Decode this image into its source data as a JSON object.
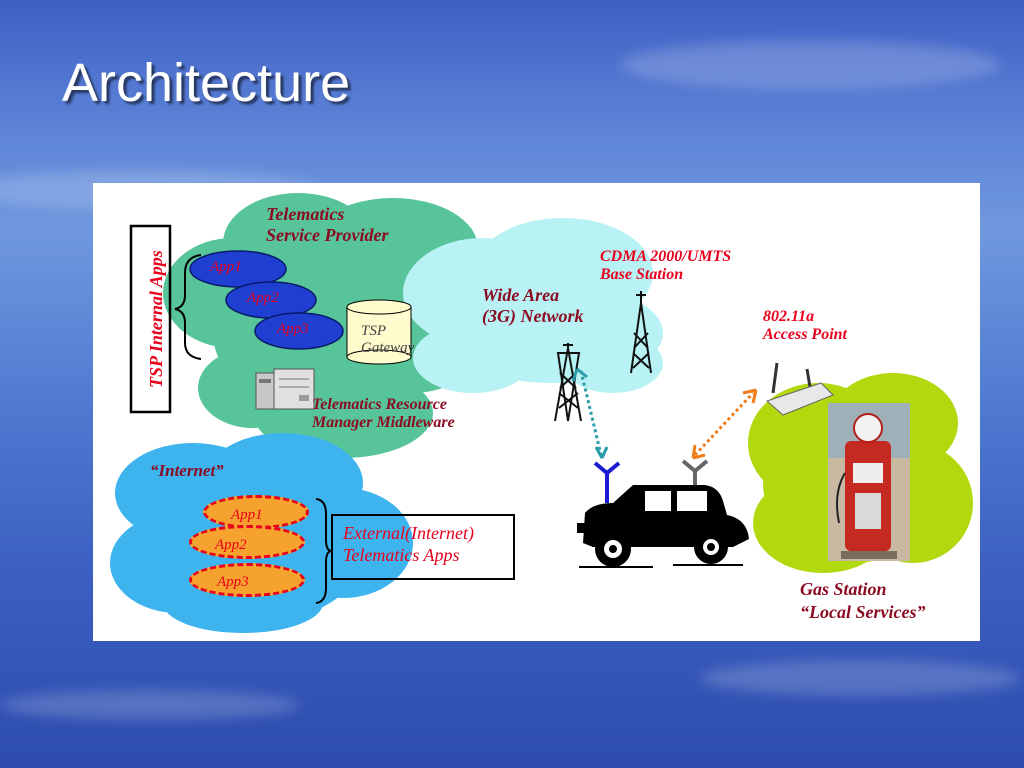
{
  "slide": {
    "title": "Architecture"
  },
  "diagram": {
    "tsp_cloud_label": [
      "Telematics",
      "Service Provider"
    ],
    "tsp_internal_apps": "TSP Internal Apps",
    "internal_apps": [
      "App1",
      "App2",
      "App3"
    ],
    "gateway": [
      "TSP",
      "Gateway"
    ],
    "middleware": [
      "Telematics Resource",
      "Manager Middleware"
    ],
    "wan": [
      "Wide Area",
      "(3G) Network"
    ],
    "base_station": [
      "CDMA 2000/UMTS",
      "Base Station"
    ],
    "access_point": [
      "802.11a",
      "Access Point"
    ],
    "internet_label": "“Internet”",
    "external_apps": [
      "App1",
      "App2",
      "App3"
    ],
    "external_box": [
      "External(Internet)",
      "Telematics Apps"
    ],
    "gas_station": [
      "Gas Station",
      "“Local Services”"
    ]
  },
  "colors": {
    "tsp_cloud": "#58c49a",
    "wan_cloud": "#b8f2f4",
    "internet_cloud": "#3db4ee",
    "local_cloud": "#b2d80e",
    "internal_app_fill": "#1f3fd0",
    "external_app_fill": "#f6a22e",
    "label_red": "#e8001c",
    "label_maroon": "#8b0b22"
  },
  "icons": [
    "server-icon",
    "database-cylinder-icon",
    "tower-icon",
    "antenna-icon",
    "car-icon",
    "wireless-router-icon",
    "gas-pump-photo"
  ]
}
